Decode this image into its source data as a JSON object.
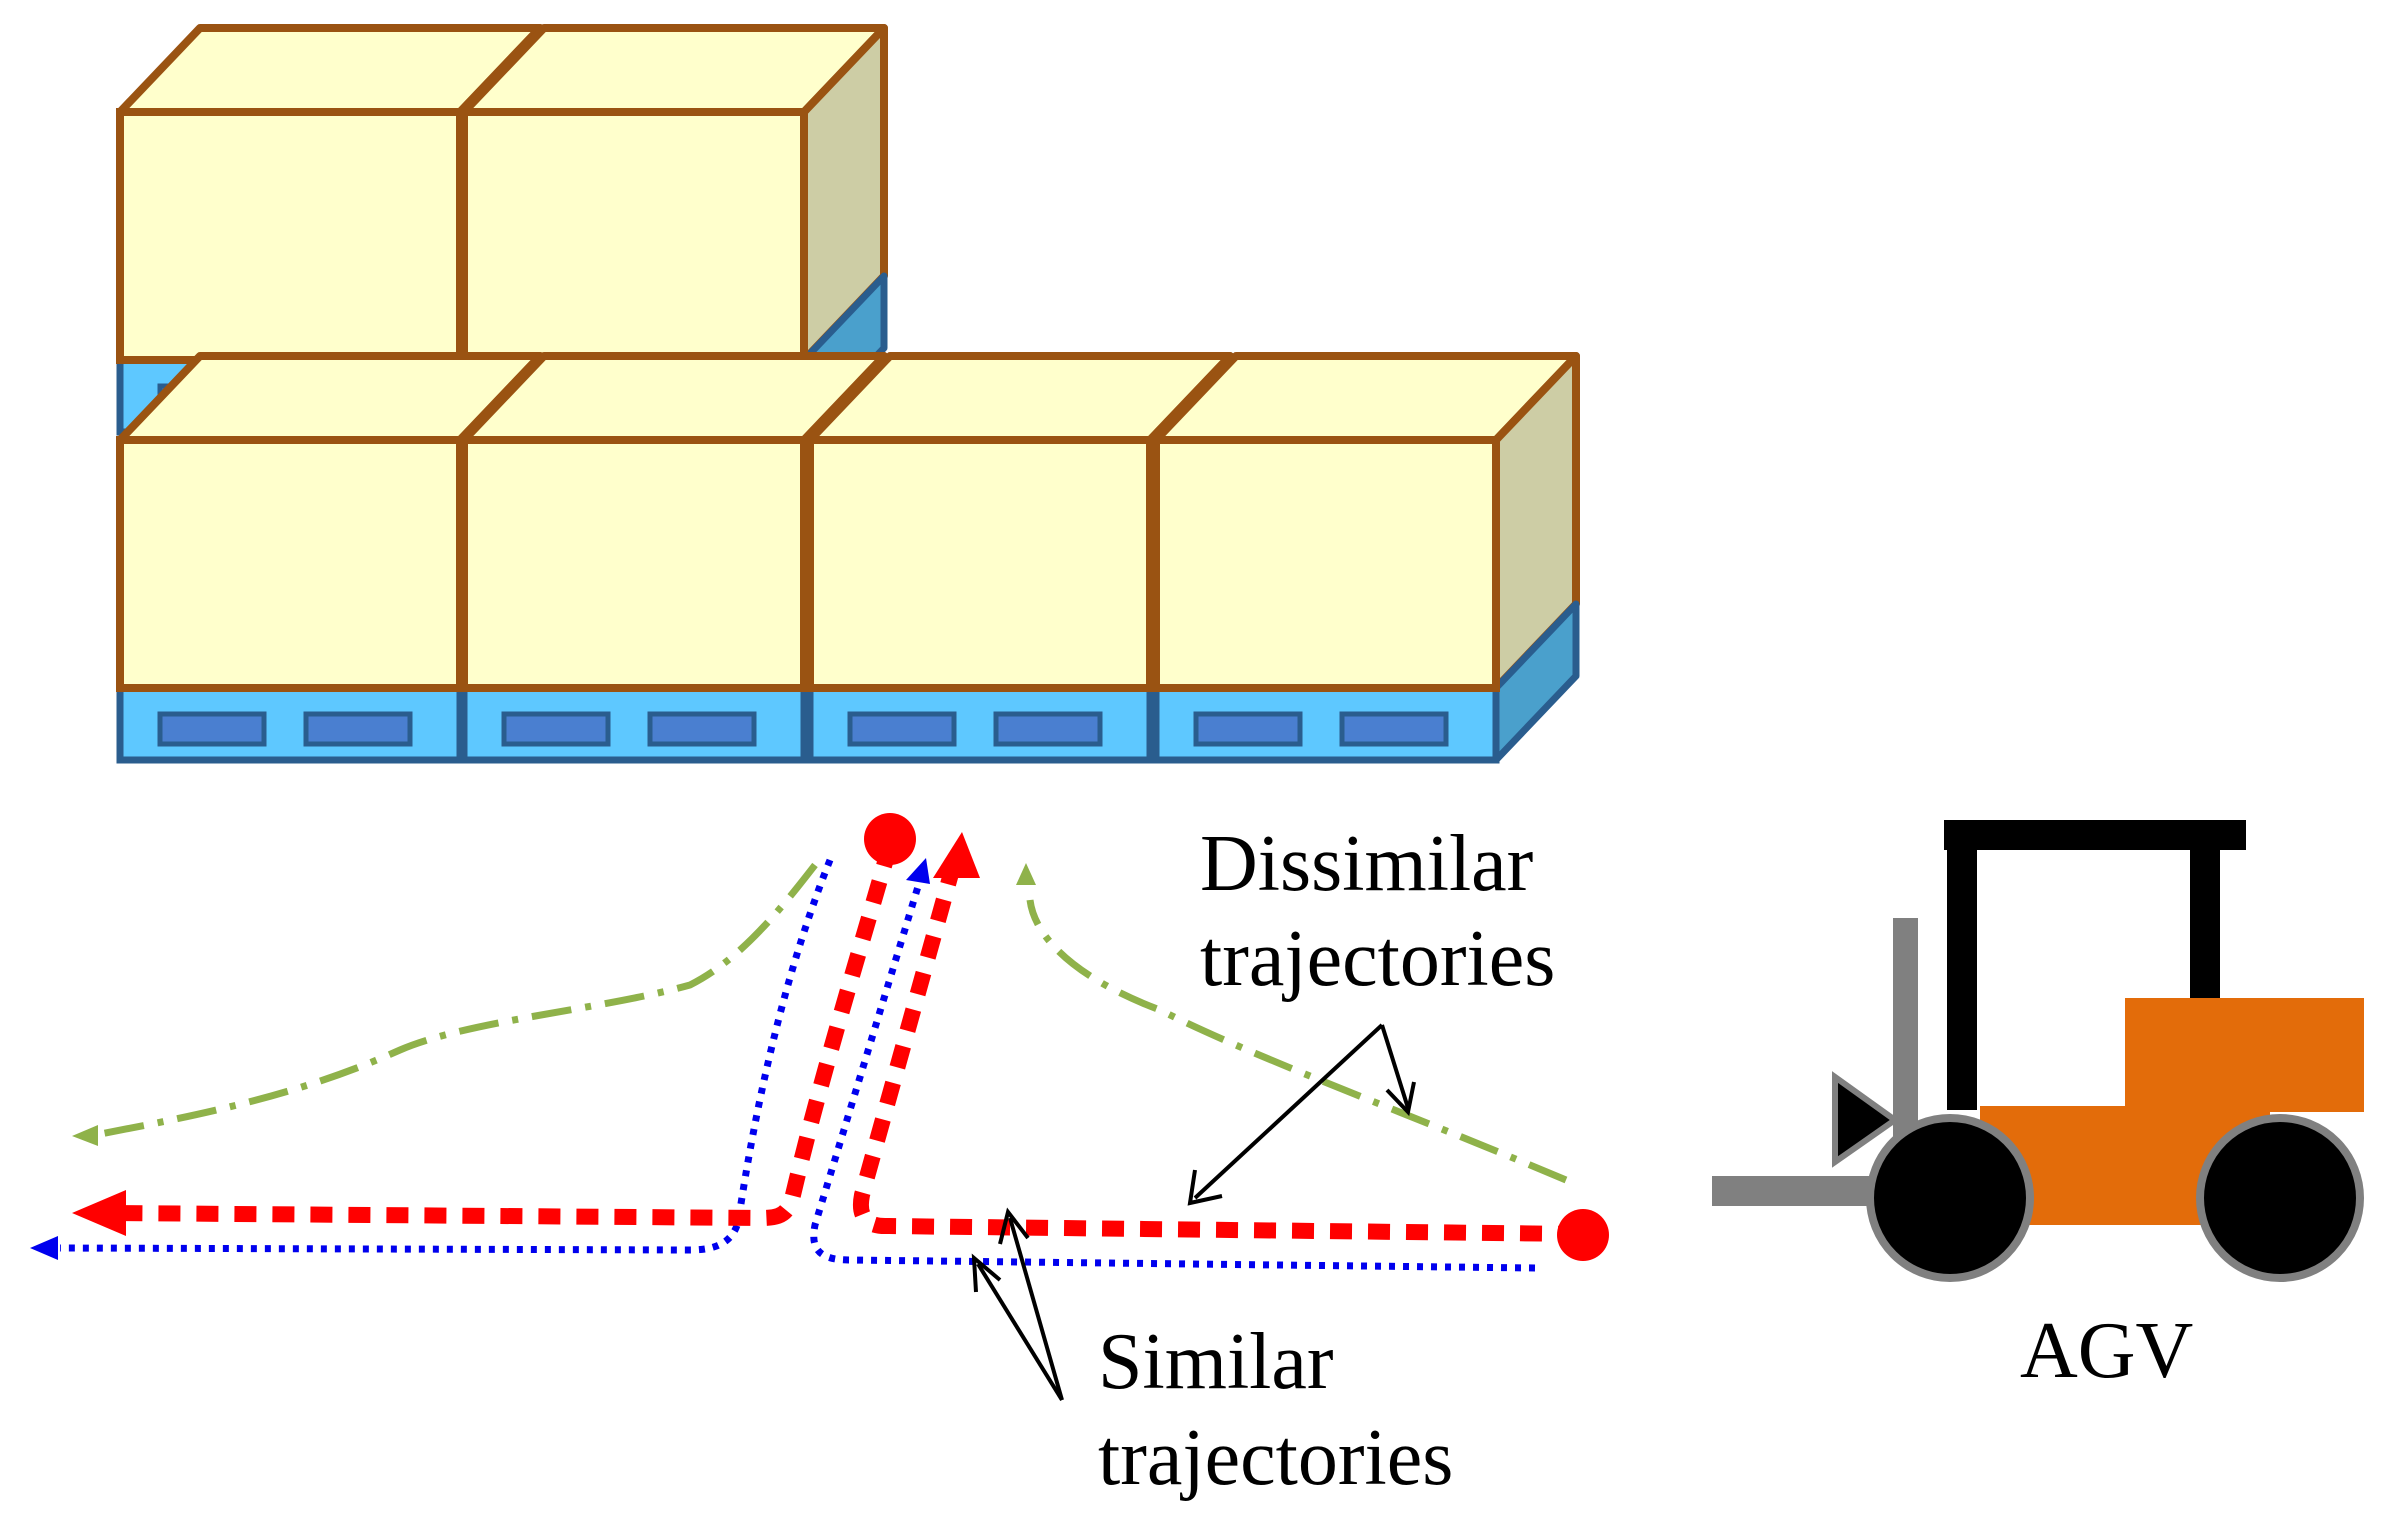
{
  "labels": {
    "dissimilar_line1": "Dissimilar",
    "dissimilar_line2": "trajectories",
    "similar_line1": "Similar",
    "similar_line2": "trajectories",
    "agv": "AGV"
  },
  "colors": {
    "box_top": "#ffffcc",
    "box_front": "#ffffcc",
    "box_side": "#cdcda5",
    "box_edge": "#9a5312",
    "pallet_front": "#5ec8ff",
    "pallet_side": "#4aa0cc",
    "pallet_slot": "#4a7fd0",
    "pallet_edge": "#2a5d8e",
    "trajectory_red": "#ff0000",
    "trajectory_blue": "#0000ee",
    "trajectory_green": "#8fb24a",
    "agv_body": "#e36c0a",
    "agv_frame": "#000000",
    "agv_fork": "#808080"
  },
  "icons": {
    "pallet_boxes": "cardboard-box-on-pallet",
    "forklift": "forklift-agv-icon"
  }
}
